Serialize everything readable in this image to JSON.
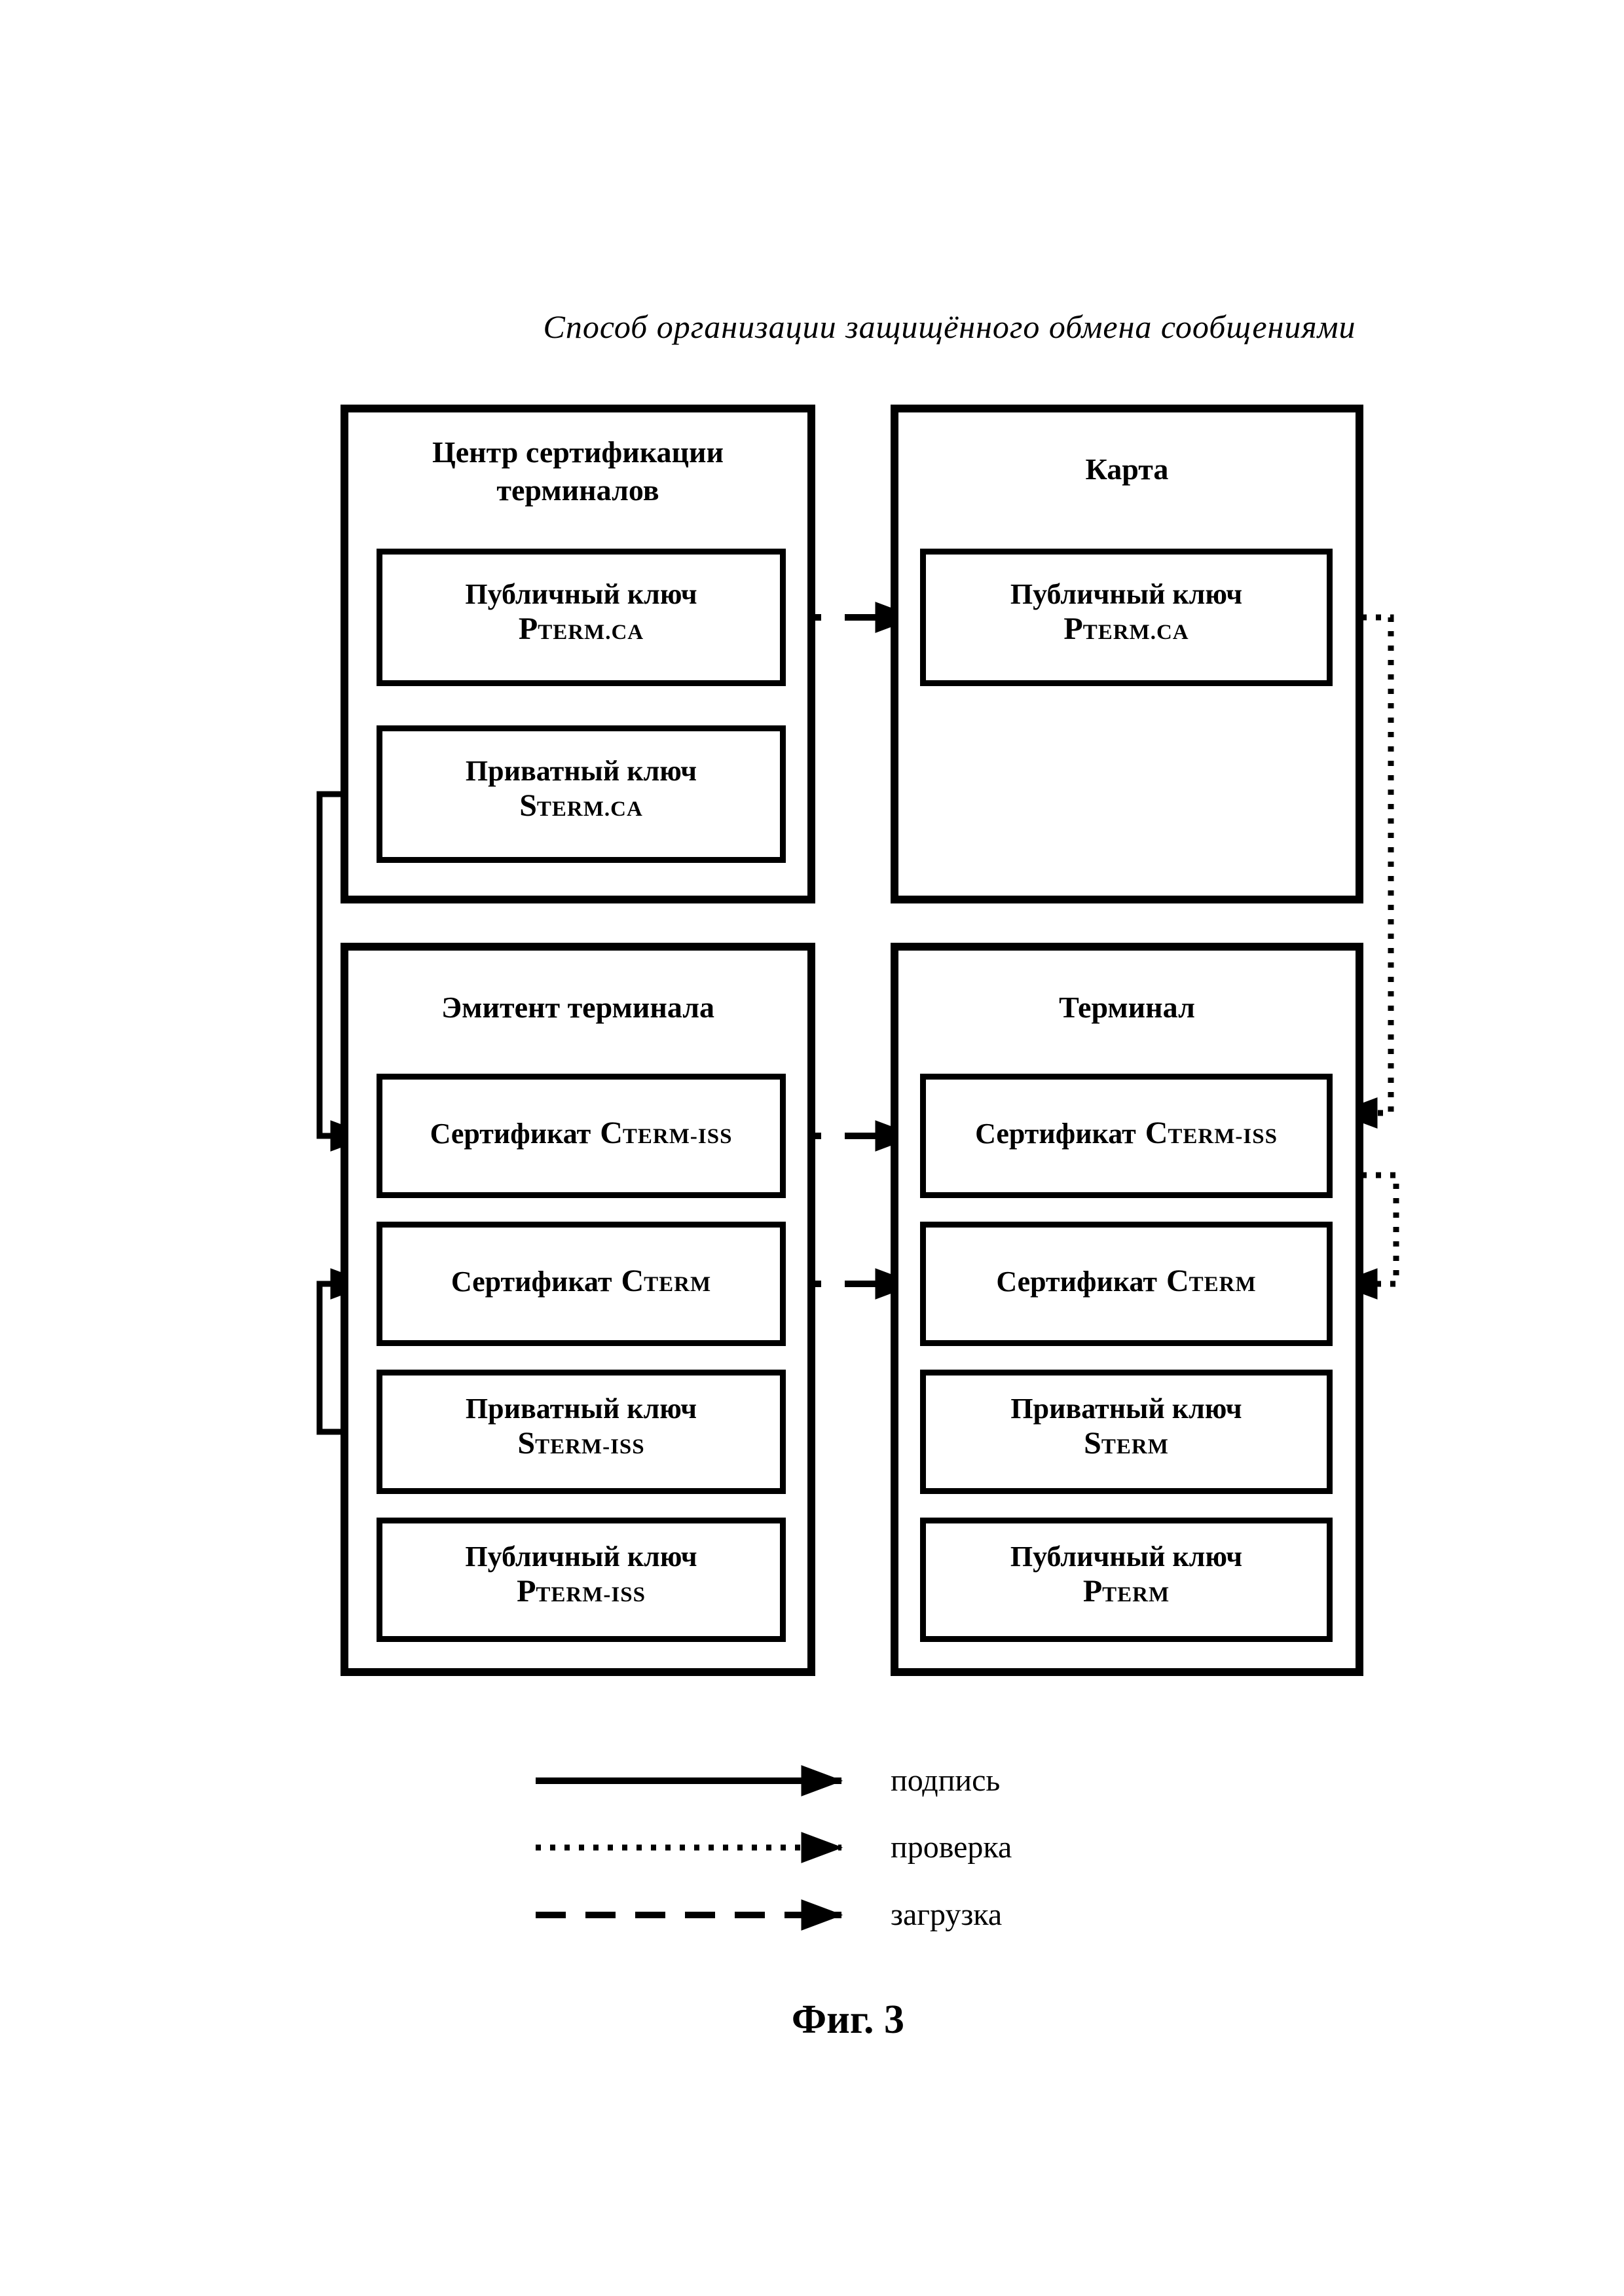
{
  "page": {
    "title": "Способ организации защищённого обмена сообщениями",
    "caption": "Фиг. 3"
  },
  "colors": {
    "ink": "#000000",
    "paper": "#ffffff"
  },
  "boxes": {
    "cert_center": {
      "title_line1": "Центр сертификации",
      "title_line2": "терминалов",
      "items": [
        {
          "label": "Публичный ключ",
          "sym": "P",
          "sub": "TERM.CA"
        },
        {
          "label": "Приватный ключ",
          "sym": "S",
          "sub": "TERM.CA"
        }
      ]
    },
    "card": {
      "title": "Карта",
      "items": [
        {
          "label": "Публичный ключ",
          "sym": "P",
          "sub": "TERM.CA"
        }
      ]
    },
    "issuer": {
      "title": "Эмитент терминала",
      "items": [
        {
          "label": "Сертификат",
          "sym": "C",
          "sub": "TERM-ISS"
        },
        {
          "label": "Сертификат",
          "sym": "C",
          "sub": "TERM"
        },
        {
          "label": "Приватный ключ",
          "sym": "S",
          "sub": "TERM-ISS"
        },
        {
          "label": "Публичный ключ",
          "sym": "P",
          "sub": "TERM-ISS"
        }
      ]
    },
    "terminal": {
      "title": "Терминал",
      "items": [
        {
          "label": "Сертификат",
          "sym": "C",
          "sub": "TERM-ISS"
        },
        {
          "label": "Сертификат",
          "sym": "C",
          "sub": "TERM"
        },
        {
          "label": "Приватный ключ",
          "sym": "S",
          "sub": "TERM"
        },
        {
          "label": "Публичный ключ",
          "sym": "P",
          "sub": "TERM"
        }
      ]
    }
  },
  "connections": [
    {
      "type": "загрузка",
      "from": "Центр сертификации терминалов: Публичный ключ PTERM.CA",
      "to": "Карта: Публичный ключ PTERM.CA"
    },
    {
      "type": "подпись",
      "from": "Центр сертификации терминалов: Приватный ключ STERM.CA",
      "to": "Эмитент терминала: Сертификат CTERM-ISS"
    },
    {
      "type": "подпись",
      "from": "Эмитент терминала: Приватный ключ STERM-ISS",
      "to": "Эмитент терминала: Сертификат CTERM"
    },
    {
      "type": "загрузка",
      "from": "Эмитент терминала: Сертификат CTERM-ISS",
      "to": "Терминал: Сертификат CTERM-ISS"
    },
    {
      "type": "загрузка",
      "from": "Эмитент терминала: Сертификат CTERM",
      "to": "Терминал: Сертификат CTERM"
    },
    {
      "type": "проверка",
      "from": "Карта: Публичный ключ PTERM.CA",
      "to": "Терминал: Сертификат CTERM-ISS"
    },
    {
      "type": "проверка",
      "from": "Терминал: Сертификат CTERM-ISS",
      "to": "Терминал: Сертификат CTERM"
    }
  ],
  "legend": {
    "items": [
      {
        "style": "solid",
        "label": "подпись"
      },
      {
        "style": "dotted",
        "label": "проверка"
      },
      {
        "style": "dashed",
        "label": "загрузка"
      }
    ]
  }
}
